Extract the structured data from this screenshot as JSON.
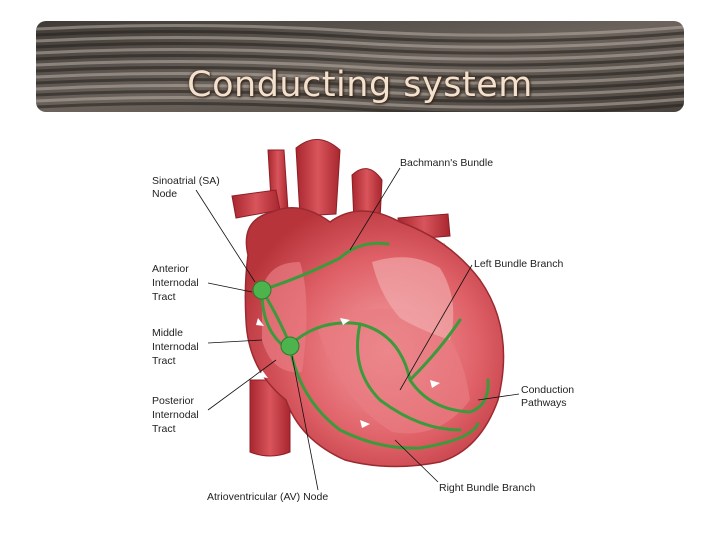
{
  "slide": {
    "title": "Conducting system"
  },
  "labels": {
    "sa_node": [
      "Sinoatrial (SA)",
      "Node"
    ],
    "anterior_tract": [
      "Anterior",
      "Internodal",
      "Tract"
    ],
    "middle_tract": [
      "Middle",
      "Internodal",
      "Tract"
    ],
    "posterior_tract": [
      "Posterior",
      "Internodal",
      "Tract"
    ],
    "bachmann": "Bachmann's Bundle",
    "left_bundle": "Left Bundle Branch",
    "conduction_pathways": [
      "Conduction",
      "Pathways"
    ],
    "right_bundle": "Right Bundle Branch",
    "av_node": "Atrioventricular (AV) Node"
  },
  "colors": {
    "heart": "#d9555c",
    "heart_light": "#f08a8e",
    "vessel": "#c0383f",
    "pathway": "#3c9a3c",
    "label_text": "#222222"
  }
}
